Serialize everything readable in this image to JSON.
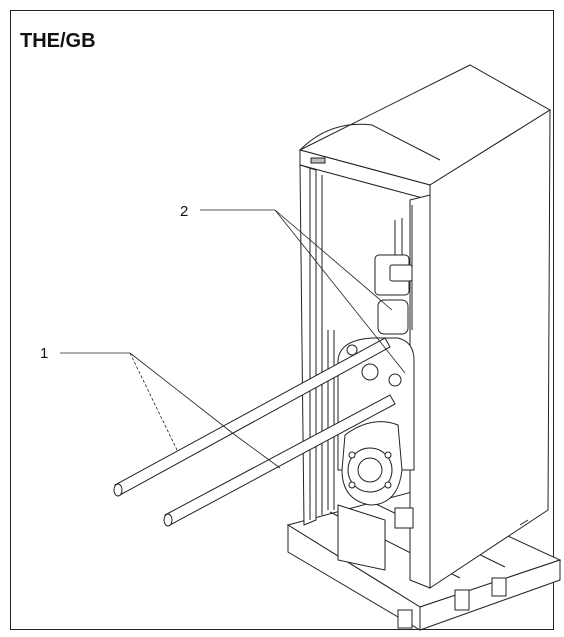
{
  "title": "THE/GB",
  "callouts": [
    "1",
    "2"
  ]
}
